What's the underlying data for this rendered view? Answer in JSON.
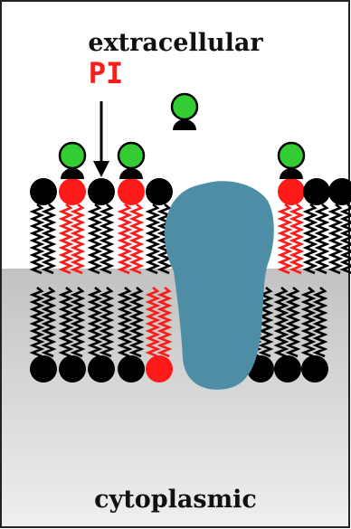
{
  "labels": {
    "top_region": "extracellular",
    "bottom_region": "cytoplasmic",
    "marker": "PI"
  },
  "colors": {
    "lipid": "#000000",
    "pi_lipid": "#ff1a1a",
    "headgroup_ligand": "#33cc33",
    "protein": "#4d8ea6",
    "cytoplasm_top": "#c2c2c2",
    "cytoplasm_bottom": "#eeeeee",
    "border": "#222222"
  }
}
